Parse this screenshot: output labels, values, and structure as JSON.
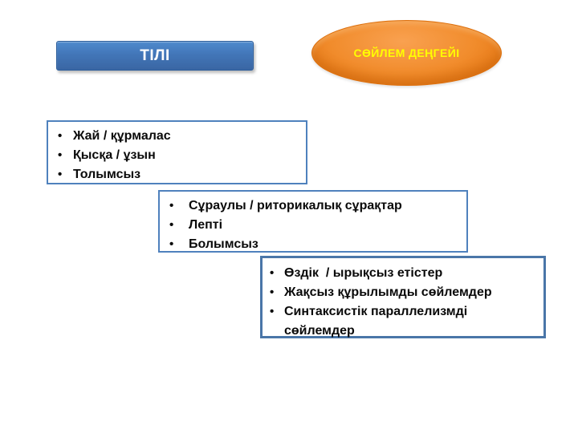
{
  "slide": {
    "background_color": "#FFFFFF",
    "title_shape": {
      "label": "ТІЛІ",
      "shape": "rounded-rectangle",
      "fill_top": "#4E8ACD",
      "fill_bottom": "#3A66A3",
      "border_color": "#2D5E9B",
      "text_color": "#FFFFFF"
    },
    "level_shape": {
      "label": "СӨЙЛЕМ ДЕҢГЕЙІ",
      "shape": "ellipse",
      "fill_center": "#F9A150",
      "fill_edge": "#E0710D",
      "text_color": "#FFFF00"
    },
    "bullet_boxes": [
      {
        "name": "language-features-box",
        "border_color": "#4F81BD",
        "text_color": "#0A0A0A",
        "items": [
          "Жай / құрмалас",
          "Қысқа / ұзын",
          "Толымсыз"
        ]
      },
      {
        "name": "sentence-type-box",
        "border_color": "#4F81BD",
        "text_color": "#0A0A0A",
        "items": [
          "Сұраулы / риторикалық сұрақтар",
          "Лепті",
          "Болымсыз"
        ]
      },
      {
        "name": "sentence-structure-box",
        "border_color": "#4A76A8",
        "text_color": "#0A0A0A",
        "items": [
          "Өздік  / ырықсыз етістер",
          "Жақсыз құрылымды сөйлемдер",
          "Синтаксистік параллелизмді сөйлемдер"
        ]
      }
    ]
  }
}
